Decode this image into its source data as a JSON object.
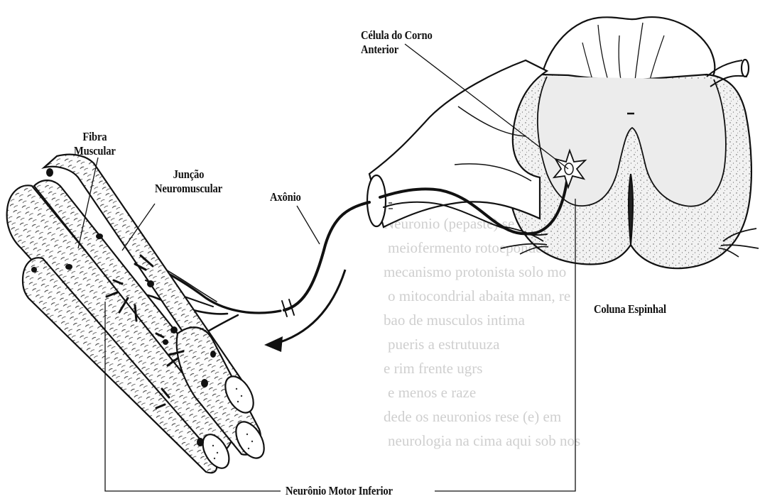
{
  "labels": {
    "cell_line1": "Célula do Corno",
    "cell_line2": "Anterior",
    "fiber_line1": "Fibra",
    "fiber_line2": "Muscular",
    "junction_line1": "Junção",
    "junction_line2": "Neuromuscular",
    "axon": "Axônio",
    "spinal": "Coluna Espinhal",
    "motor": "Neurônio Motor Inferior"
  },
  "colors": {
    "ink": "#111111",
    "stipple": "#d8d8d8",
    "bleed_text": "#cfcfcf"
  },
  "bleed_through": [
    "Neuronio (pepaste) se forma es (",
    "meiofermento rotoepondes",
    "mecanismo protonista solo mo",
    "o mitocondrial abaita mnan, re",
    "bao de musculos intima",
    "pueris a estrutuuza",
    "e rim frente ugrs",
    "e menos e raze",
    "dede os neuronios rese (e) em",
    "neurologia na cima aqui sob nos"
  ]
}
